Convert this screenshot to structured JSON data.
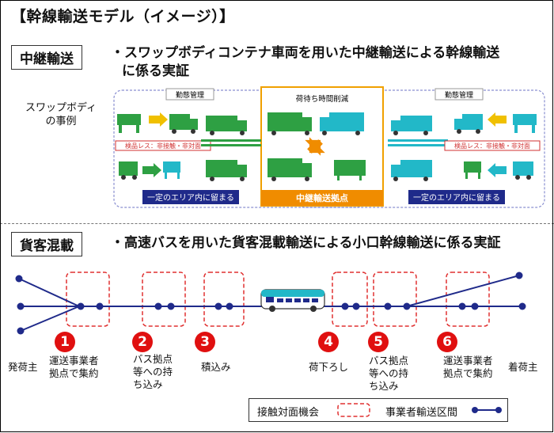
{
  "title": "【幹線輸送モデル（イメージ）】",
  "section1": {
    "heading": "中継輸送",
    "bullet_line1": "・スワップボディコンテナ車両を用いた中継輸送による幹線輸送",
    "bullet_line2": "に係る実証",
    "side_label_line1": "スワップボディ",
    "side_label_line2": "の事例",
    "work_mgmt_left": "勤態管理",
    "work_mgmt_right": "勤態管理",
    "wait_reduction": "荷待ち時間削減",
    "no_inspection_left": "検品レス：非接触・非対面",
    "no_inspection_right": "検品レス：非接触・非対面",
    "area_left": "一定のエリア内に留まる",
    "area_right": "一定のエリア内に留まる",
    "hub": "中継輸送拠点"
  },
  "section2": {
    "heading": "貨客混載",
    "bullet": "・高速バスを用いた貨客混載輸送による小口幹線輸送に係る実証",
    "shipper": "発荷主",
    "consignee": "着荷主",
    "steps": [
      {
        "num": "1",
        "line1": "運送事業者",
        "line2": "拠点で集約",
        "line3": ""
      },
      {
        "num": "2",
        "line1": "バス拠点",
        "line2": "等への持",
        "line3": "ち込み"
      },
      {
        "num": "3",
        "line1": "積込み",
        "line2": "",
        "line3": ""
      },
      {
        "num": "4",
        "line1": "荷下ろし",
        "line2": "",
        "line3": ""
      },
      {
        "num": "5",
        "line1": "バス拠点",
        "line2": "等への持",
        "line3": "ち込み"
      },
      {
        "num": "6",
        "line1": "運送事業者",
        "line2": "拠点で集約",
        "line3": ""
      }
    ],
    "legend_contact": "接触対面機会",
    "legend_route": "事業者輸送区間"
  },
  "colors": {
    "green": "#2ea043",
    "teal": "#22b8c8",
    "navy": "#1f2a8a",
    "orange": "#f08c00",
    "red": "#e01010",
    "legend_dashed": "#e03030"
  }
}
